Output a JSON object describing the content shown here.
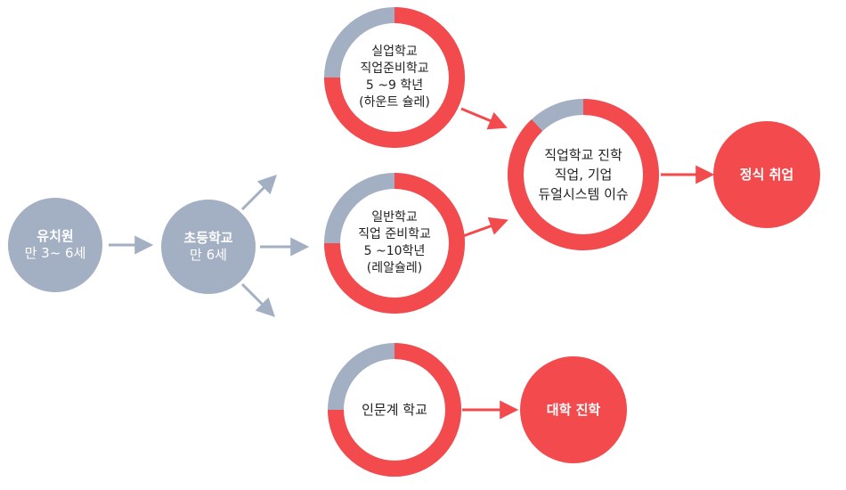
{
  "colors": {
    "gray": "#A3AFC2",
    "red": "#F24A4D",
    "text": "#222222",
    "white": "#ffffff"
  },
  "nodes": {
    "kindergarten": {
      "lines": [
        "유치원",
        "만 3~ 6세"
      ],
      "kind": "filled-gray"
    },
    "elementary": {
      "lines": [
        "초등학교",
        "만 6세"
      ],
      "kind": "filled-gray"
    },
    "voc_top": {
      "lines": [
        "실업학교",
        "직업준비학교",
        "5 ~9 학년",
        "(하운트 슐레)"
      ],
      "kind": "ring",
      "gray_fraction": 0.25
    },
    "voc_mid": {
      "lines": [
        "일반학교",
        "직업 준비학교",
        "5 ~10학년",
        "(레알슐레)"
      ],
      "kind": "ring",
      "gray_fraction": 0.25
    },
    "humanities": {
      "lines": [
        "인문계 학교"
      ],
      "kind": "ring",
      "gray_fraction": 0.25
    },
    "voc_college": {
      "lines": [
        "직업학교 진학",
        "직업, 기업",
        "듀얼시스템 이슈"
      ],
      "kind": "ring",
      "gray_fraction": 0.12
    },
    "employment": {
      "lines": [
        "정식 취업"
      ],
      "kind": "filled-red"
    },
    "university": {
      "lines": [
        "대학 진학"
      ],
      "kind": "filled-red"
    }
  },
  "edges": [
    {
      "from": "kindergarten",
      "to": "elementary",
      "color": "gray"
    },
    {
      "from": "elementary",
      "to": "voc_top",
      "color": "gray"
    },
    {
      "from": "elementary",
      "to": "voc_mid",
      "color": "gray"
    },
    {
      "from": "elementary",
      "to": "humanities",
      "color": "gray"
    },
    {
      "from": "voc_top",
      "to": "voc_college",
      "color": "red"
    },
    {
      "from": "voc_mid",
      "to": "voc_college",
      "color": "red"
    },
    {
      "from": "voc_college",
      "to": "employment",
      "color": "red"
    },
    {
      "from": "humanities",
      "to": "university",
      "color": "red"
    }
  ]
}
